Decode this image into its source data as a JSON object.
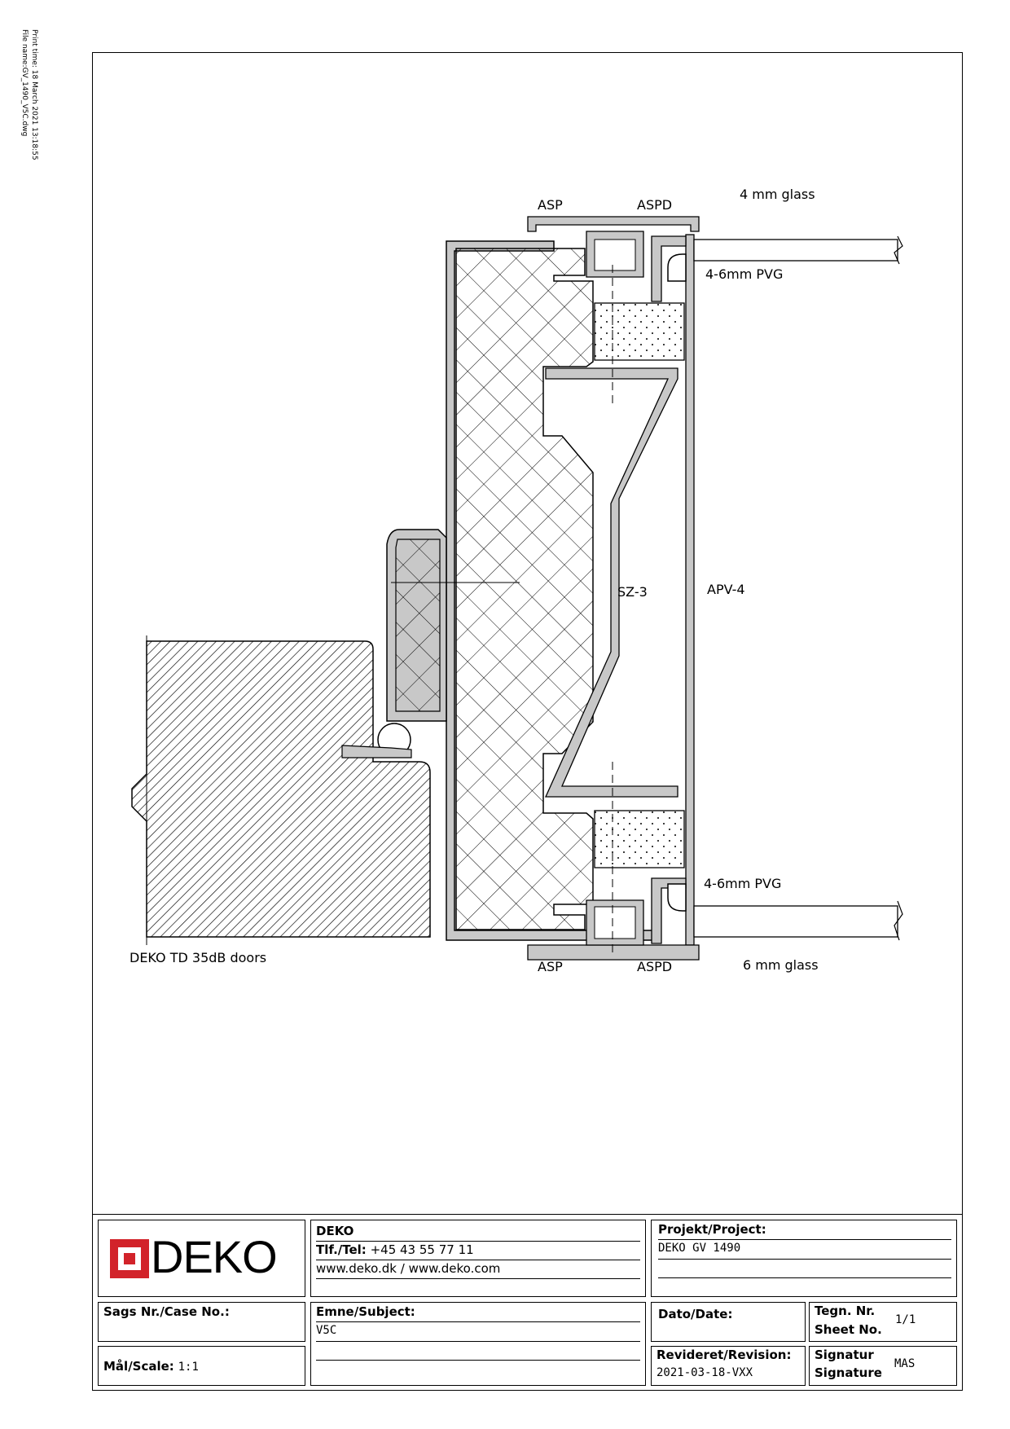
{
  "print_info": {
    "print_time": "Print time: 18 March 2021 13:18:55",
    "file_name": "File name:GV_1490_V5C.dwg"
  },
  "labels": {
    "asp_top": "ASP",
    "aspd_top": "ASPD",
    "glass_top": "4 mm glass",
    "pvg_top": "4-6mm PVG",
    "sz": "SZ-3",
    "apv": "APV-4",
    "pvg_bottom": "4-6mm PVG",
    "doors": "DEKO TD 35dB doors",
    "asp_bottom": "ASP",
    "aspd_bottom": "ASPD",
    "glass_bottom": "6 mm glass"
  },
  "title_block": {
    "logo": "DEKO",
    "company": "DEKO",
    "tel_label": "Tlf./Tel:",
    "tel_value": "+45 43 55 77 11",
    "web": "www.deko.dk / www.deko.com",
    "project_label": "Projekt/Project:",
    "project_value": "DEKO GV 1490",
    "case_label": "Sags Nr./Case No.:",
    "subject_label": "Emne/Subject:",
    "subject_value": "V5C",
    "date_label": "Dato/Date:",
    "sheet_label_1": "Tegn. Nr.",
    "sheet_label_2": "Sheet No.",
    "sheet_value": "1/1",
    "scale_label": "Mål/Scale:",
    "scale_value": "1:1",
    "revision_label": "Revideret/Revision:",
    "revision_value": "2021-03-18-VXX",
    "signature_label_1": "Signatur",
    "signature_label_2": "Signature",
    "signature_value": "MAS"
  },
  "colors": {
    "logo_red": "#d2232a",
    "profile_grey": "#c8c8c8"
  }
}
